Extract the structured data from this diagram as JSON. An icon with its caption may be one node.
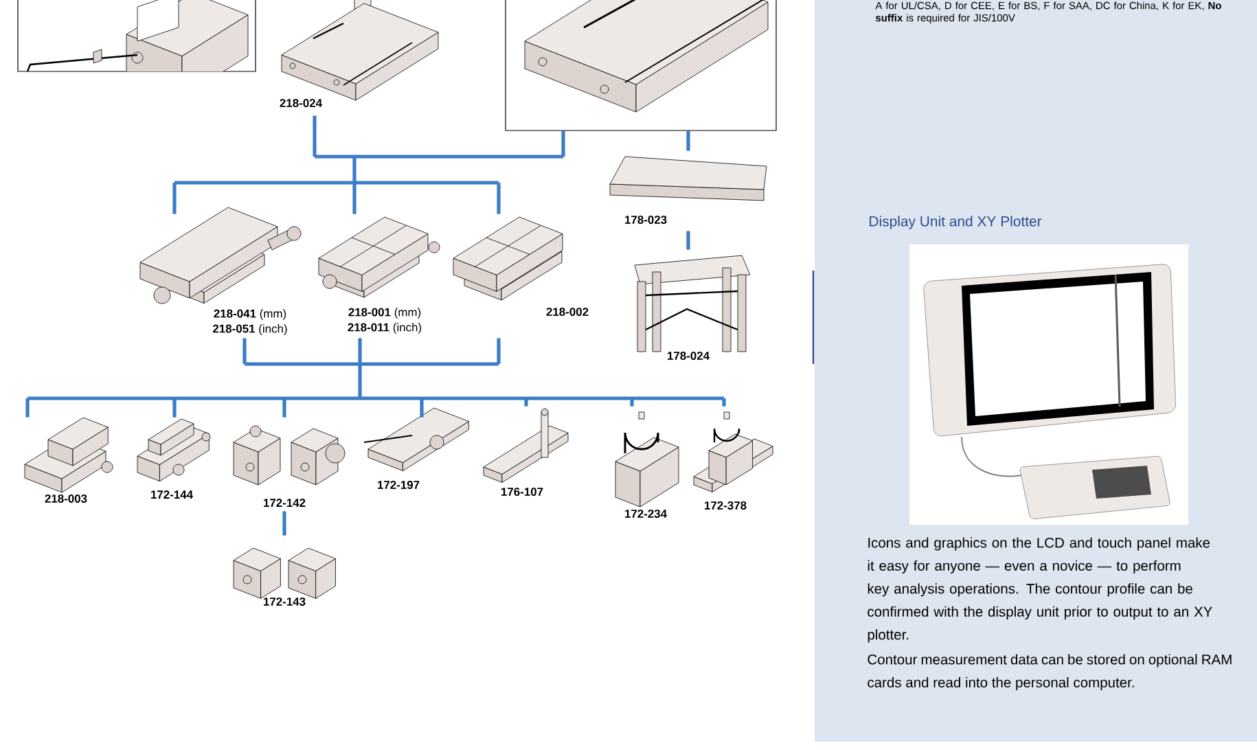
{
  "diagram": {
    "nodes": [
      {
        "text": [],
        "shape": "picture"
      },
      {
        "text": [
          "218-024"
        ]
      },
      {
        "text": [],
        "shape": "picture"
      },
      {
        "text": [
          "178-023"
        ]
      },
      {
        "text": [
          "178-024"
        ]
      },
      {
        "text": [
          "**218-041** (mm)",
          "**218-051** (inch)"
        ]
      },
      {
        "text": [
          "**218-001** (mm)",
          "**218-011** (inch)"
        ]
      },
      {
        "text": [
          "218-002"
        ]
      },
      {
        "text": [
          "218-003"
        ]
      },
      {
        "text": [
          "172-144"
        ]
      },
      {
        "text": [
          "172-142"
        ]
      },
      {
        "text": [
          "172-143"
        ]
      },
      {
        "text": [
          "172-197"
        ]
      },
      {
        "text": [
          "176-107"
        ]
      },
      {
        "text": [
          "172-234"
        ]
      },
      {
        "text": [
          "172-378"
        ]
      }
    ],
    "edges": [
      {
        "from": 1,
        "to": 5,
        "arrow": "none"
      },
      {
        "from": 1,
        "to": 6,
        "arrow": "none"
      },
      {
        "from": 1,
        "to": 7,
        "arrow": "none"
      },
      {
        "from": 2,
        "to": 5,
        "arrow": "none"
      },
      {
        "from": 2,
        "to": 6,
        "arrow": "none"
      },
      {
        "from": 2,
        "to": 7,
        "arrow": "none"
      },
      {
        "from": 2,
        "to": 3,
        "arrow": "none"
      },
      {
        "from": 3,
        "to": 4,
        "arrow": "none"
      },
      {
        "from": 5,
        "to": 8,
        "arrow": "none"
      },
      {
        "from": 5,
        "to": 9,
        "arrow": "none"
      },
      {
        "from": 5,
        "to": 10,
        "arrow": "none"
      },
      {
        "from": 5,
        "to": 12,
        "arrow": "none"
      },
      {
        "from": 5,
        "to": 13,
        "arrow": "none"
      },
      {
        "from": 5,
        "to": 14,
        "arrow": "none"
      },
      {
        "from": 5,
        "to": 15,
        "arrow": "none"
      },
      {
        "from": 6,
        "to": 8,
        "arrow": "none"
      },
      {
        "from": 6,
        "to": 9,
        "arrow": "none"
      },
      {
        "from": 6,
        "to": 10,
        "arrow": "none"
      },
      {
        "from": 6,
        "to": 12,
        "arrow": "none"
      },
      {
        "from": 6,
        "to": 13,
        "arrow": "none"
      },
      {
        "from": 6,
        "to": 14,
        "arrow": "none"
      },
      {
        "from": 6,
        "to": 15,
        "arrow": "none"
      },
      {
        "from": 7,
        "to": 8,
        "arrow": "none"
      },
      {
        "from": 7,
        "to": 9,
        "arrow": "none"
      },
      {
        "from": 7,
        "to": 10,
        "arrow": "none"
      },
      {
        "from": 7,
        "to": 12,
        "arrow": "none"
      },
      {
        "from": 7,
        "to": 13,
        "arrow": "none"
      },
      {
        "from": 7,
        "to": 14,
        "arrow": "none"
      },
      {
        "from": 7,
        "to": 15,
        "arrow": "none"
      },
      {
        "from": 10,
        "to": 11,
        "arrow": "none"
      }
    ],
    "labels": [
      "A for UL/CSA, D for CEE, E for BS, F for SAA, DC for China, K for EK, **No suffix** is required for JIS/100V",
      "Display Unit and XY Plotter",
      "Icons and graphics on the LCD and touch panel make it easy for anyone — even a novice — to perform key analysis operations. The contour profile can be confirmed with the display unit prior to output to an XY plotter.",
      "Contour measurement data can be stored on optional RAM cards and read into the personal computer."
    ]
  }
}
